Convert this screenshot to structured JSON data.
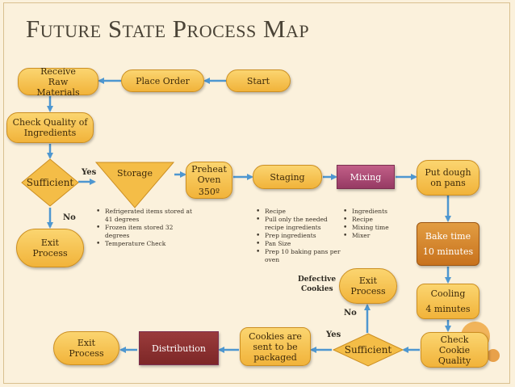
{
  "title": "Future State Process Map",
  "nodes": {
    "start": "Start",
    "place_order": "Place Order",
    "receive_raw": "Receive Raw Materials",
    "check_quality": "Check Quality of Ingredients",
    "sufficient_1": "Sufficient",
    "storage": "Storage",
    "exit_1": "Exit Process",
    "preheat": "Preheat Oven",
    "preheat_temp": "350º",
    "staging": "Staging",
    "mixing": "Mixing",
    "put_dough": "Put dough on pans",
    "bake_time": "Bake time",
    "bake_minutes": "10 minutes",
    "cooling": "Cooling",
    "cooling_minutes": "4 minutes",
    "check_cookie": "Check Cookie Quality",
    "sufficient_2": "Sufficient",
    "exit_2": "Exit Process",
    "cookies_packaged": "Cookies are sent to be packaged",
    "distribution": "Distribution",
    "exit_3": "Exit Process"
  },
  "labels": {
    "yes_1": "Yes",
    "no_1": "No",
    "yes_2": "Yes",
    "no_2": "No",
    "defective_1": "Defective",
    "defective_2": "Cookies"
  },
  "notes": {
    "storage": [
      "Refrigerated items stored at 41 degrees",
      "Frozen item stored 32 degrees",
      "Temperature Check"
    ],
    "staging": [
      "Recipe",
      "Pull only the needed recipe ingredients",
      "Prep ingredients",
      "Pan Size",
      "Prep 10 baking pans per oven"
    ],
    "mixing": [
      "Ingredients",
      "Recipe",
      "Mixing time",
      "Mixer"
    ]
  },
  "colors": {
    "background": "#fbf1dc",
    "node_yellow": "#f6c350",
    "node_orange": "#d6832a",
    "node_magenta": "#ad4a75",
    "node_maroon": "#8b3131",
    "arrow": "#4e97d0"
  }
}
